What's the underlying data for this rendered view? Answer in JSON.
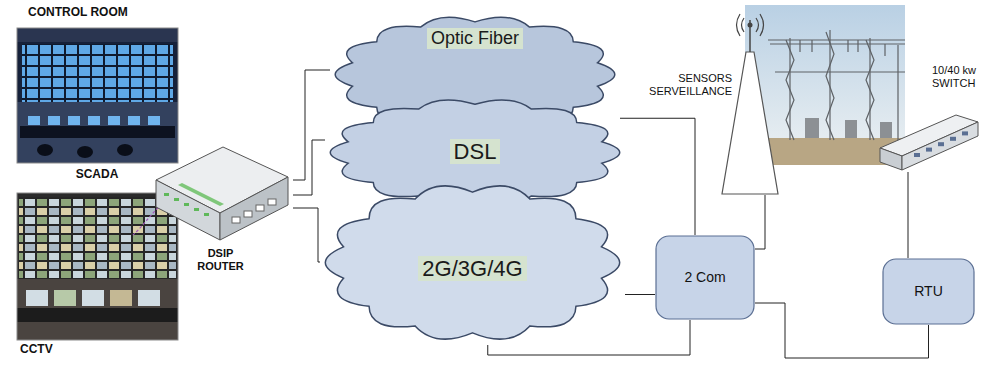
{
  "diagram": {
    "nodes": [
      {
        "text": [
          "DSIP ROUTER"
        ]
      },
      {
        "text": [
          "Optic Fiber"
        ]
      },
      {
        "text": [
          "DSL"
        ]
      },
      {
        "text": [
          "2G/3G/4G"
        ]
      },
      {
        "text": [
          "SENSORS SERVEILLANCE"
        ]
      },
      {
        "text": [
          "2 Com"
        ]
      },
      {
        "text": [
          "10/40 kw SWITCH"
        ]
      },
      {
        "text": [
          "RTU"
        ]
      }
    ],
    "edges": [
      {
        "from": 0,
        "to": 1,
        "arrow": "none"
      },
      {
        "from": 0,
        "to": 2,
        "arrow": "none"
      },
      {
        "from": 0,
        "to": 3,
        "arrow": "none"
      },
      {
        "from": 1,
        "to": 5,
        "arrow": "none"
      },
      {
        "from": 3,
        "to": 5,
        "arrow": "none"
      },
      {
        "from": 3,
        "to": 5,
        "arrow": "none"
      },
      {
        "from": 5,
        "to": 4,
        "arrow": "none"
      },
      {
        "from": 6,
        "to": 7,
        "arrow": "none"
      },
      {
        "from": 5,
        "to": 7,
        "arrow": "none"
      }
    ],
    "labels": [
      "CONTROL ROOM",
      "SCADA",
      "CCTV"
    ]
  }
}
